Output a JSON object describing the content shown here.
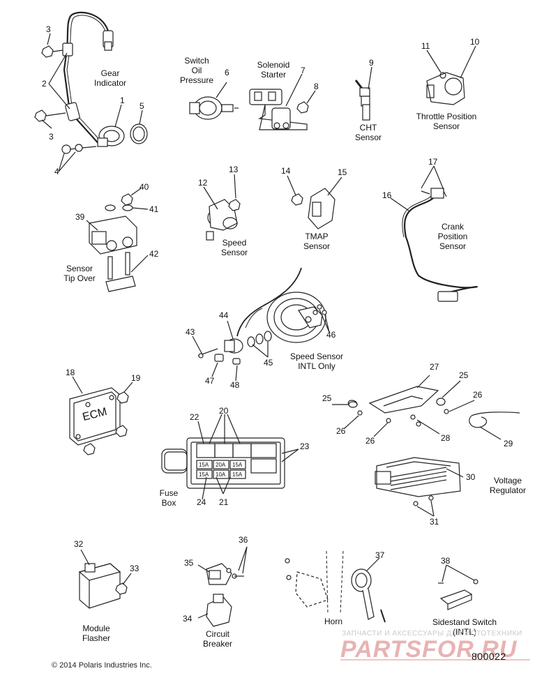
{
  "labels": {
    "gear_indicator": "Gear\nIndicator",
    "switch_oil_pressure": "Switch\nOil\nPressure",
    "solenoid_starter": "Solenoid\nStarter",
    "cht_sensor": "CHT\nSensor",
    "throttle_position_sensor": "Throttle Position\nSensor",
    "speed_sensor": "Speed\nSensor",
    "tmap_sensor": "TMAP\nSensor",
    "crank_position_sensor": "Crank\nPosition\nSensor",
    "sensor_tip_over": "Sensor\nTip Over",
    "speed_sensor_intl": "Speed Sensor\nINTL Only",
    "fuse_box": "Fuse\nBox",
    "voltage_regulator": "Voltage\nRegulator",
    "module_flasher": "Module\nFlasher",
    "circuit_breaker": "Circuit\nBreaker",
    "horn": "Horn",
    "sidestand_switch": "Sidestand Switch\n(INTL)",
    "ecm_text": "ECM"
  },
  "callouts": {
    "n1": "1",
    "n2": "2",
    "n3a": "3",
    "n3b": "3",
    "n4": "4",
    "n5": "5",
    "n6": "6",
    "n7": "7",
    "n8": "8",
    "n9": "9",
    "n10": "10",
    "n11": "11",
    "n12": "12",
    "n13": "13",
    "n14": "14",
    "n15": "15",
    "n16": "16",
    "n17": "17",
    "n18": "18",
    "n19": "19",
    "n20": "20",
    "n21": "21",
    "n22": "22",
    "n23": "23",
    "n24": "24",
    "n25a": "25",
    "n25b": "25",
    "n26a": "26",
    "n26b": "26",
    "n26c": "26",
    "n27": "27",
    "n28": "28",
    "n29": "29",
    "n30": "30",
    "n31": "31",
    "n32": "32",
    "n33": "33",
    "n34": "34",
    "n35": "35",
    "n36": "36",
    "n37": "37",
    "n38": "38",
    "n39": "39",
    "n40": "40",
    "n41": "41",
    "n42": "42",
    "n43": "43",
    "n44": "44",
    "n45": "45",
    "n46": "46",
    "n47": "47",
    "n48": "48"
  },
  "fuse_box": {
    "fuse_1": "15A",
    "fuse_2": "20A",
    "fuse_3": "15A",
    "fuse_4": "15A",
    "fuse_5": "10A",
    "fuse_6": "15A"
  },
  "footer": {
    "copyright": "© 2014 Polaris Industries Inc.",
    "diagram_id": "800022"
  },
  "watermark": {
    "tagline": "ЗАПЧАСТИ И АКСЕССУАРЫ ДЛЯ МОТОТЕХНИКИ",
    "brand": "PARTSFOR.RU"
  },
  "colors": {
    "line": "#222222",
    "watermark_brand": "#e8b3b3",
    "watermark_text": "#c9c9c9"
  }
}
